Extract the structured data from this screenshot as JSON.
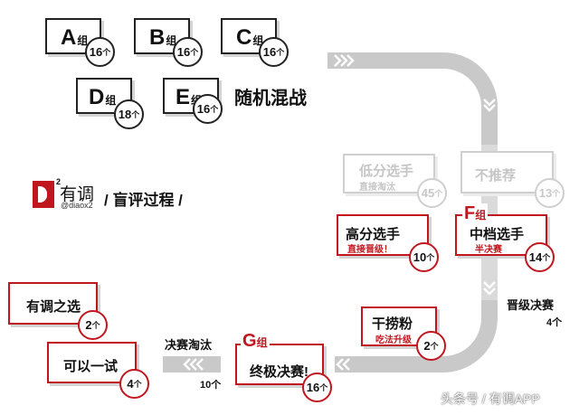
{
  "groups": [
    {
      "letter": "A",
      "suffix": "组",
      "count": "16",
      "unit": "个"
    },
    {
      "letter": "B",
      "suffix": "组",
      "count": "16",
      "unit": "个"
    },
    {
      "letter": "C",
      "suffix": "组",
      "count": "16",
      "unit": "个"
    },
    {
      "letter": "D",
      "suffix": "组",
      "count": "18",
      "unit": "个"
    },
    {
      "letter": "E",
      "suffix": "组",
      "count": "16",
      "unit": "个"
    }
  ],
  "random_battle": "随机混战",
  "brand": {
    "name": "有调",
    "handle": "@diaox2",
    "sup": "2",
    "process": "/ 盲评过程 /"
  },
  "low_score": {
    "title": "低分选手",
    "sub": "直接淘汰",
    "count": "45",
    "unit": "个"
  },
  "not_recommended": {
    "title": "不推荐",
    "count": "13",
    "unit": "个"
  },
  "high_score": {
    "title": "高分选手",
    "sub": "直接晋级！",
    "count": "10",
    "unit": "个"
  },
  "f_group": {
    "letter": "F",
    "suffix": "组",
    "title": "中档选手",
    "sub": "半决赛",
    "count": "14",
    "unit": "个"
  },
  "promotion": {
    "label": "晋级决赛",
    "count": "4个"
  },
  "fish": {
    "title": "干捞粉",
    "sub": "吃法升级",
    "count": "2",
    "unit": "个"
  },
  "g_group": {
    "letter": "G",
    "suffix": "组",
    "title": "终极决赛!",
    "count": "16",
    "unit": "个"
  },
  "final_elim": {
    "label": "决赛淘汰",
    "count": "10个"
  },
  "youdiao_pick": {
    "title": "有调之选",
    "count": "2",
    "unit": "个"
  },
  "try_it": {
    "title": "可以一试",
    "count": "4",
    "unit": "个"
  },
  "watermark": "头条号 / 有调APP"
}
